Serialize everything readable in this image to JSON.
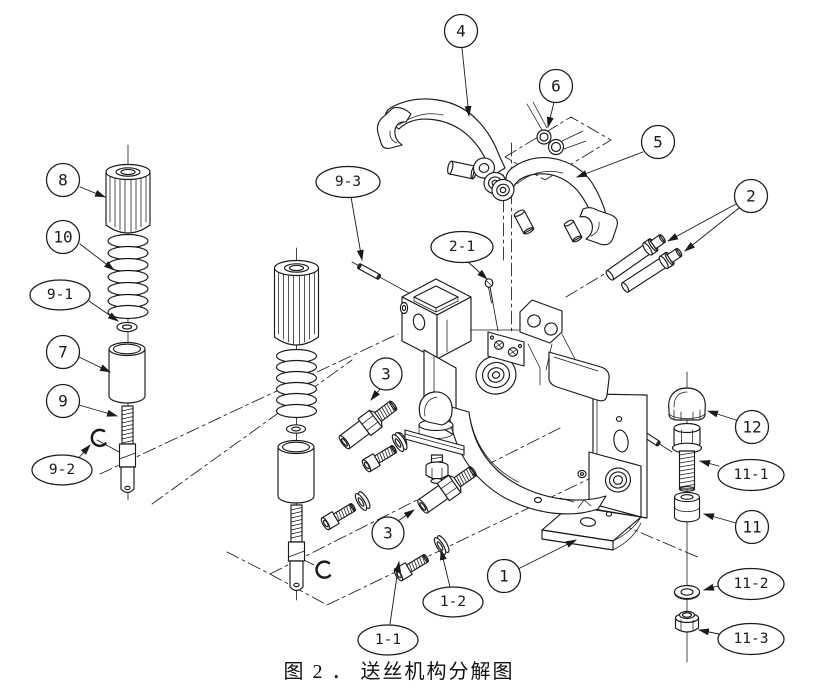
{
  "figure": {
    "caption": "图 2 ． 送丝机构分解图",
    "type": "exploded-assembly-drawing"
  },
  "colors": {
    "line": "#1a1a1a",
    "background": "#ffffff"
  },
  "callouts": {
    "c4": "4",
    "c6": "6",
    "c5": "5",
    "c2": "2",
    "c9_3": "9-3",
    "c2_1": "2-1",
    "c8": "8",
    "c10": "10",
    "c9_1": "9-1",
    "c7": "7",
    "c9": "9",
    "c9_2": "9-2",
    "c3a": "3",
    "c3b": "3",
    "c1": "1",
    "c1_1": "1-1",
    "c1_2": "1-2",
    "c12": "12",
    "c11_1": "11-1",
    "c11": "11",
    "c11_2": "11-2",
    "c11_3": "11-3"
  }
}
